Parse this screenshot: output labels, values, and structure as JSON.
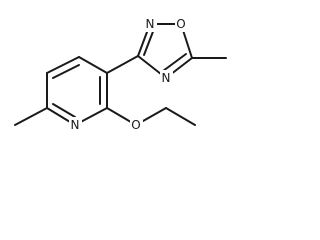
{
  "molecule": {
    "atoms": {
      "ring_oxygen": "O",
      "ring_nitrogen_top": "N",
      "ring_nitrogen_right": "N",
      "pyridine_nitrogen": "N",
      "ether_oxygen": "O"
    }
  },
  "colors": {
    "bond": "#1a1a1a",
    "label": "#1a1a1a",
    "background": "#ffffff"
  }
}
